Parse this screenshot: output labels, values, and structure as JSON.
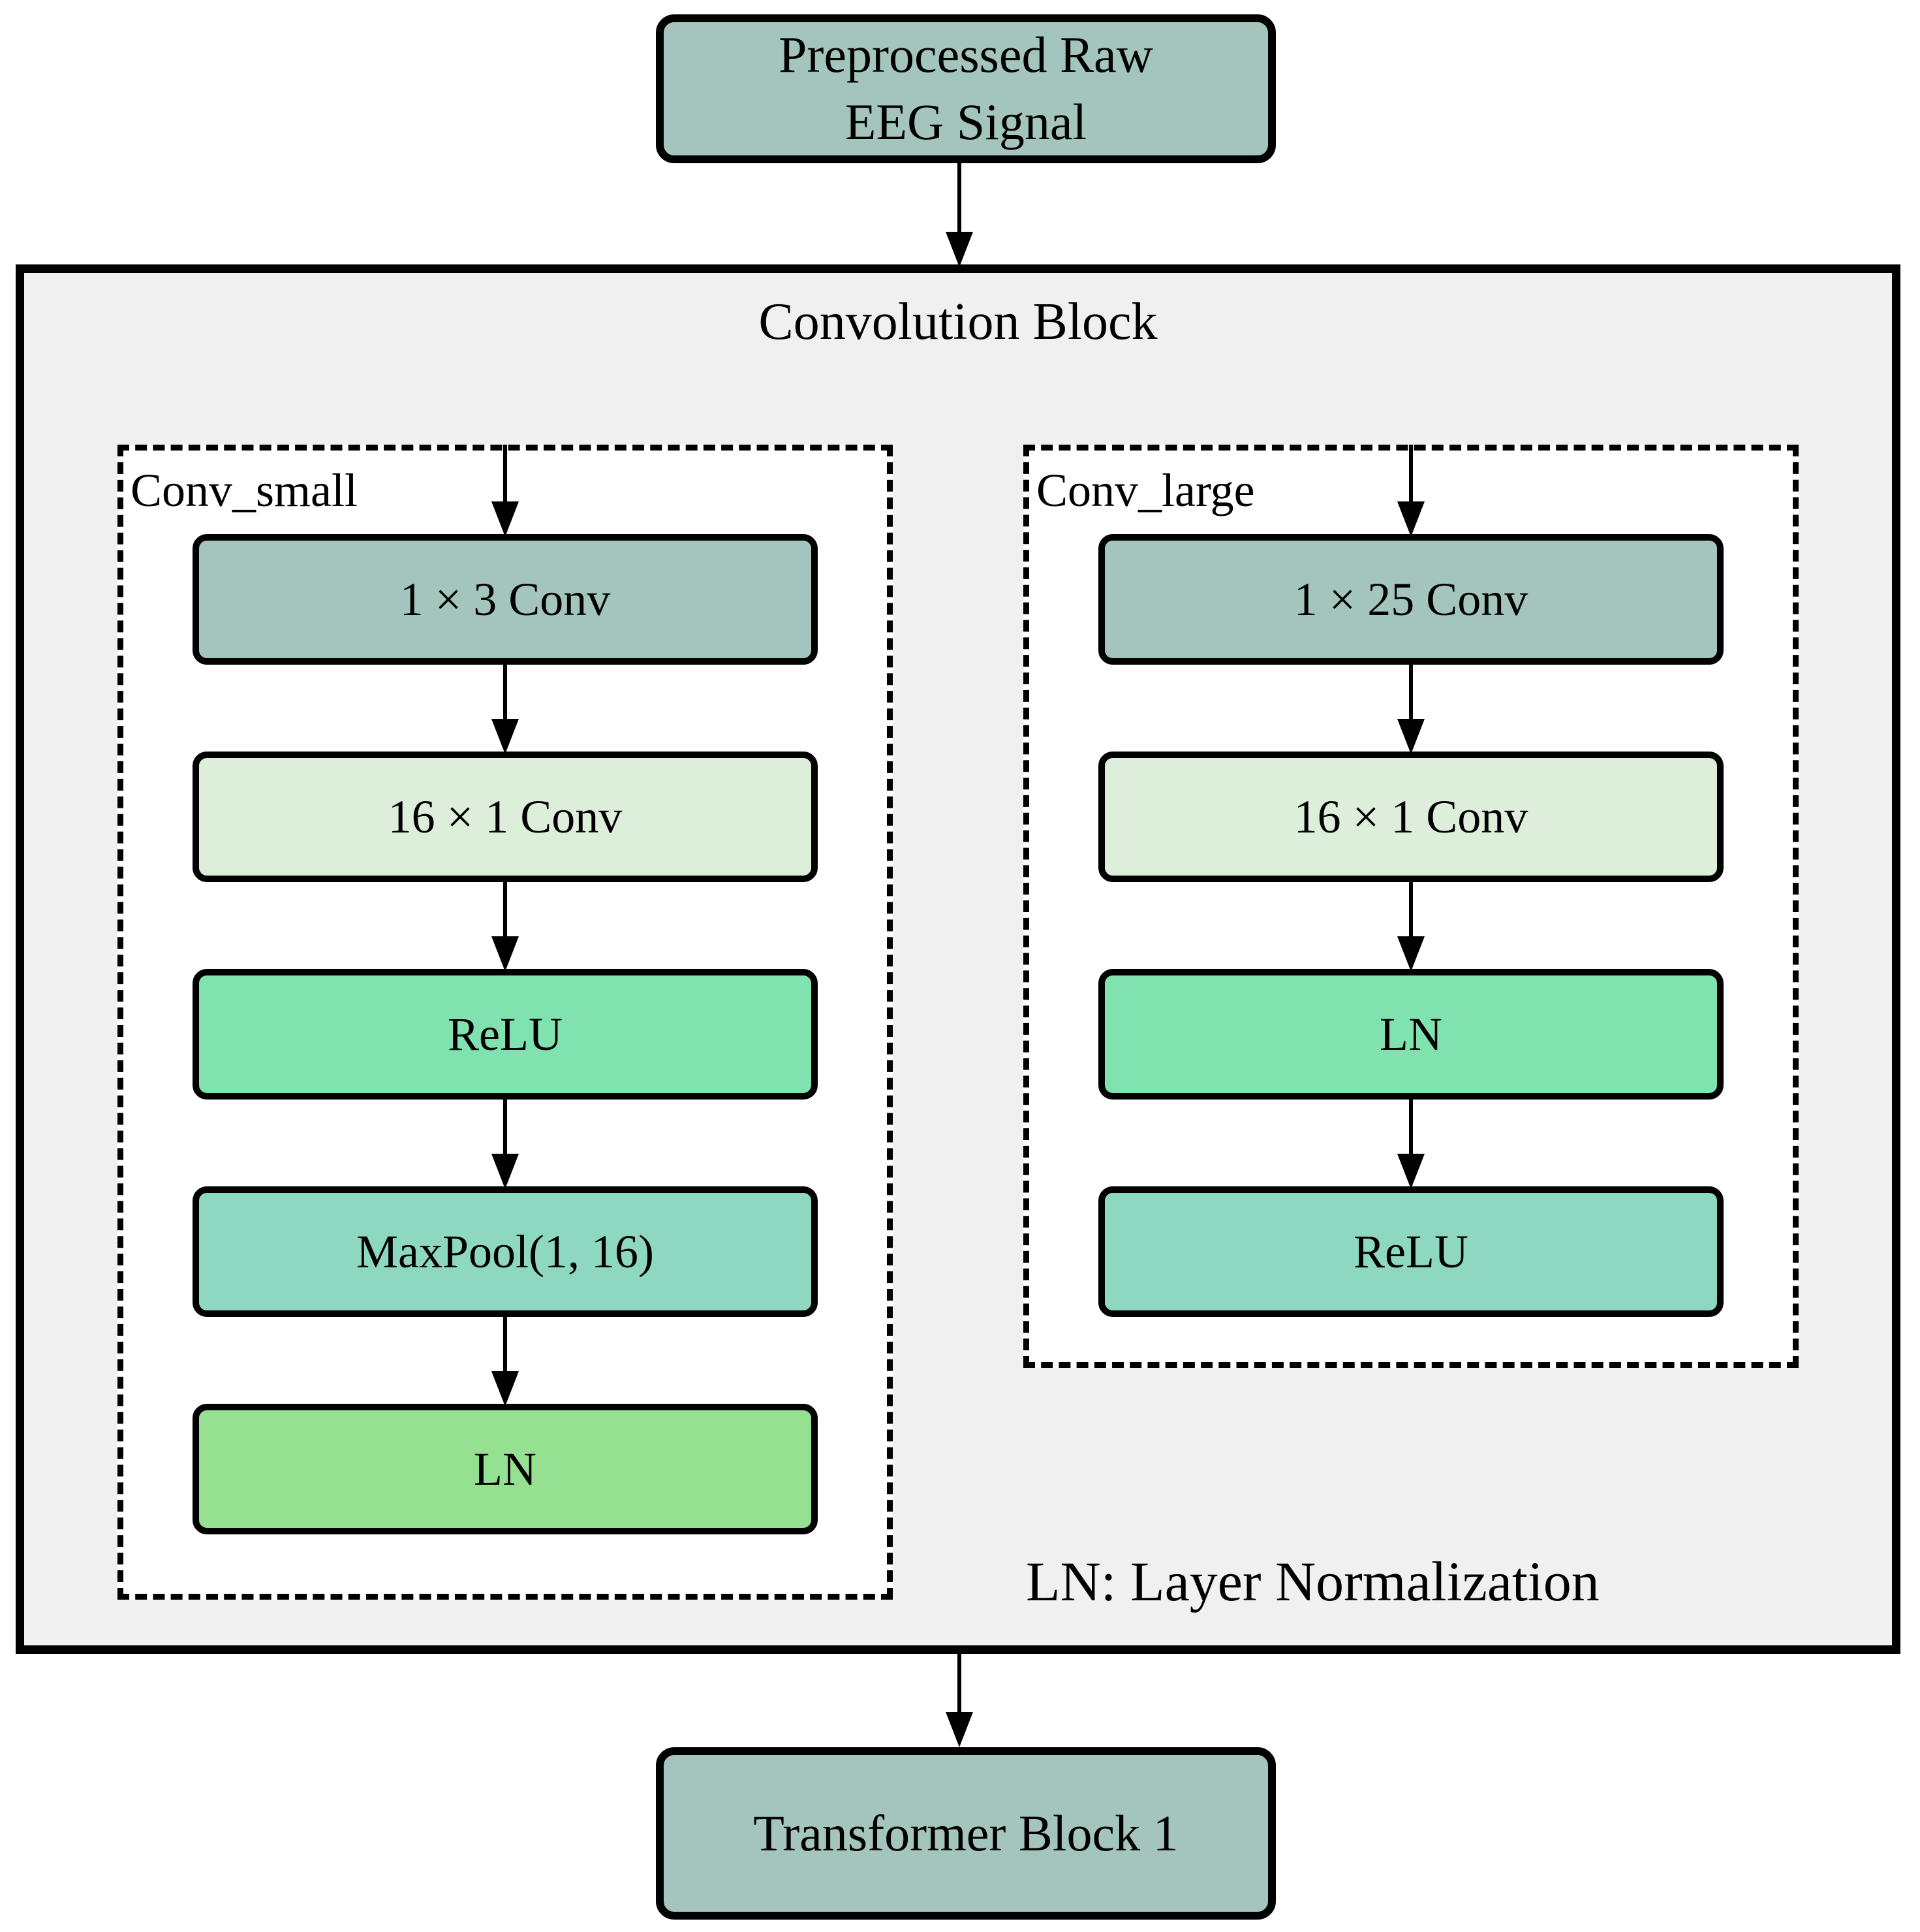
{
  "figure": {
    "input": {
      "label": "Preprocessed Raw EEG Signal",
      "color": "#a3c5bd"
    },
    "conv_block": {
      "title": "Convolution Block",
      "note": "LN: Layer Normalization",
      "fill": "#f0f0f0",
      "branches": [
        {
          "name": "Conv_small",
          "layers": [
            {
              "label": "1 × 3 Conv",
              "color": "#a3c5bd"
            },
            {
              "label": "16 × 1 Conv",
              "color": "#ddeeda"
            },
            {
              "label": "ReLU",
              "color": "#80e2af"
            },
            {
              "label": "MaxPool(1, 16)",
              "color": "#8ed8c2"
            },
            {
              "label": "LN",
              "color": "#96e092"
            }
          ]
        },
        {
          "name": "Conv_large",
          "layers": [
            {
              "label": "1 × 25 Conv",
              "color": "#a3c5bd"
            },
            {
              "label": "16 × 1 Conv",
              "color": "#ddeeda"
            },
            {
              "label": "LN",
              "color": "#80e2af"
            },
            {
              "label": "ReLU",
              "color": "#8ed8c2"
            }
          ]
        }
      ]
    },
    "output": {
      "label": "Transformer Block 1",
      "color": "#a3c5bd"
    },
    "colors": {
      "border": "#000000",
      "branch_fill": "#ffffff",
      "background": "#ffffff"
    }
  }
}
